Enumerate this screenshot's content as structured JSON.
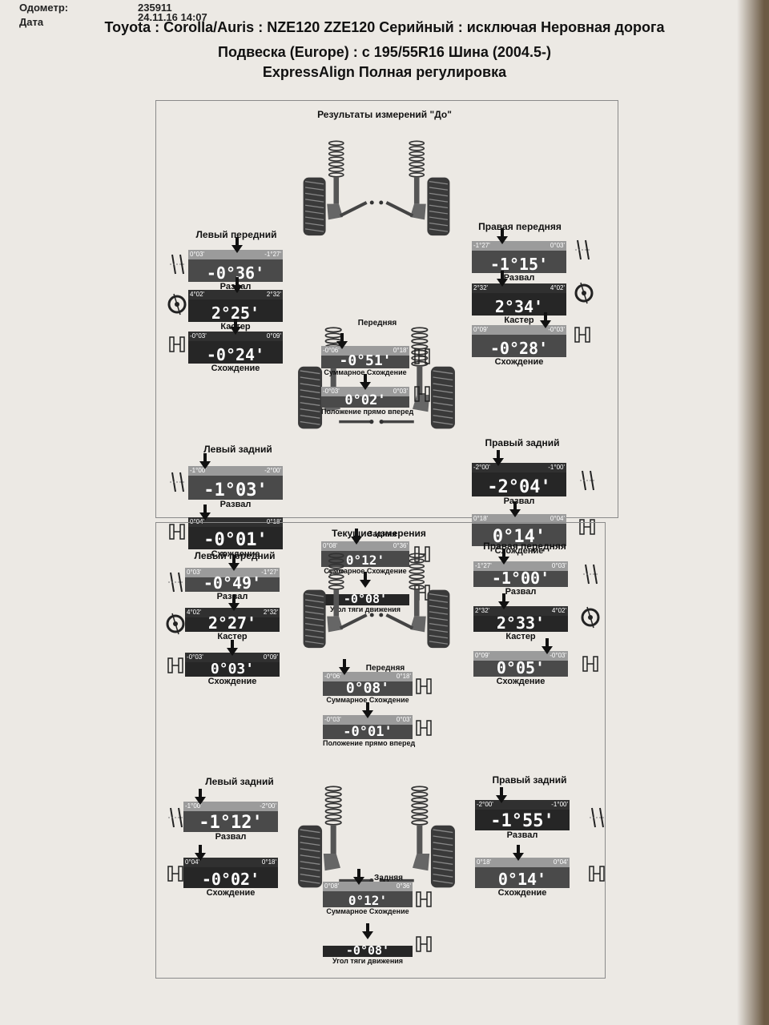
{
  "header": {
    "odometer_label": "Одометр:",
    "odometer_value": "235911",
    "date_label": "Дата",
    "date_value": "24.11.16 14:07",
    "title_line1": "Toyota : Corolla/Auris : NZE120 ZZE120 Серийный : исключая Неровная дорога",
    "title_line2": "Подвеска (Europe) : с 195/55R16 Шина (2004.5-)",
    "title_line3": "ExpressAlign Полная регулировка"
  },
  "sections": [
    {
      "title": "Результаты измерений \"До\"",
      "front_left": {
        "label": "Левый передний",
        "camber": {
          "min": "0°03'",
          "max": "-1°27'",
          "value": "-0°36'",
          "caption": "Развал"
        },
        "caster": {
          "min": "4°02'",
          "max": "2°32'",
          "value": "2°25'",
          "caption": "Кастер"
        },
        "toe": {
          "min": "-0°03'",
          "max": "0°09'",
          "value": "-0°24'",
          "caption": "Схождение"
        }
      },
      "front_right": {
        "label": "Правая передняя",
        "camber": {
          "min": "-1°27'",
          "max": "0°03'",
          "value": "-1°15'",
          "caption": "Развал"
        },
        "caster": {
          "min": "2°32'",
          "max": "4°02'",
          "value": "2°34'",
          "caption": "Кастер"
        },
        "toe": {
          "min": "0°09'",
          "max": "-0°03'",
          "value": "-0°28'",
          "caption": "Схождение"
        }
      },
      "front_total": {
        "label": "Передняя",
        "min": "-0°06'",
        "max": "0°18'",
        "value": "-0°51'",
        "caption": "Суммарное Схождение"
      },
      "steering": {
        "min": "-0°03'",
        "max": "0°03'",
        "value": "0°02'",
        "caption": "Положение прямо вперед"
      },
      "rear_left": {
        "label": "Левый задний",
        "camber": {
          "min": "-1°00'",
          "max": "-2°00'",
          "value": "-1°03'",
          "caption": "Развал"
        },
        "toe": {
          "min": "0°04'",
          "max": "0°18'",
          "value": "-0°01'",
          "caption": "Схождение"
        }
      },
      "rear_right": {
        "label": "Правый задний",
        "camber": {
          "min": "-2°00'",
          "max": "-1°00'",
          "value": "-2°04'",
          "caption": "Развал"
        },
        "toe": {
          "min": "0°18'",
          "max": "0°04'",
          "value": "0°14'",
          "caption": "Схождение"
        }
      },
      "rear_total": {
        "label": "Задняя",
        "min": "0°08'",
        "max": "0°36'",
        "value": "0°12'",
        "caption": "Суммарное Схождение"
      },
      "thrust": {
        "value": "-0°08'",
        "caption": "Угол тяги движения"
      }
    },
    {
      "title": "Текущие измерения",
      "front_left": {
        "label": "Левый передний",
        "camber": {
          "min": "0°03'",
          "max": "-1°27'",
          "value": "-0°49'",
          "caption": "Развал"
        },
        "caster": {
          "min": "4°02'",
          "max": "2°32'",
          "value": "2°27'",
          "caption": "Кастер"
        },
        "toe": {
          "min": "-0°03'",
          "max": "0°09'",
          "value": "0°03'",
          "caption": "Схождение"
        }
      },
      "front_right": {
        "label": "Правая передняя",
        "camber": {
          "min": "-1°27'",
          "max": "0°03'",
          "value": "-1°00'",
          "caption": "Развал"
        },
        "caster": {
          "min": "2°32'",
          "max": "4°02'",
          "value": "2°33'",
          "caption": "Кастер"
        },
        "toe": {
          "min": "0°09'",
          "max": "-0°03'",
          "value": "0°05'",
          "caption": "Схождение"
        }
      },
      "front_total": {
        "label": "Передняя",
        "min": "-0°06'",
        "max": "0°18'",
        "value": "0°08'",
        "caption": "Суммарное Схождение"
      },
      "steering": {
        "min": "-0°03'",
        "max": "0°03'",
        "value": "-0°01'",
        "caption": "Положение прямо вперед"
      },
      "rear_left": {
        "label": "Левый задний",
        "camber": {
          "min": "-1°00'",
          "max": "-2°00'",
          "value": "-1°12'",
          "caption": "Развал"
        },
        "toe": {
          "min": "0°04'",
          "max": "0°18'",
          "value": "-0°02'",
          "caption": "Схождение"
        }
      },
      "rear_right": {
        "label": "Правый задний",
        "camber": {
          "min": "-2°00'",
          "max": "-1°00'",
          "value": "-1°55'",
          "caption": "Развал"
        },
        "toe": {
          "min": "0°18'",
          "max": "0°04'",
          "value": "0°14'",
          "caption": "Схождение"
        }
      },
      "rear_total": {
        "label": "Задняя",
        "min": "0°08'",
        "max": "0°36'",
        "value": "0°12'",
        "caption": "Суммарное Схождение"
      },
      "thrust": {
        "value": "-0°08'",
        "caption": "Угол тяги движения"
      }
    }
  ]
}
